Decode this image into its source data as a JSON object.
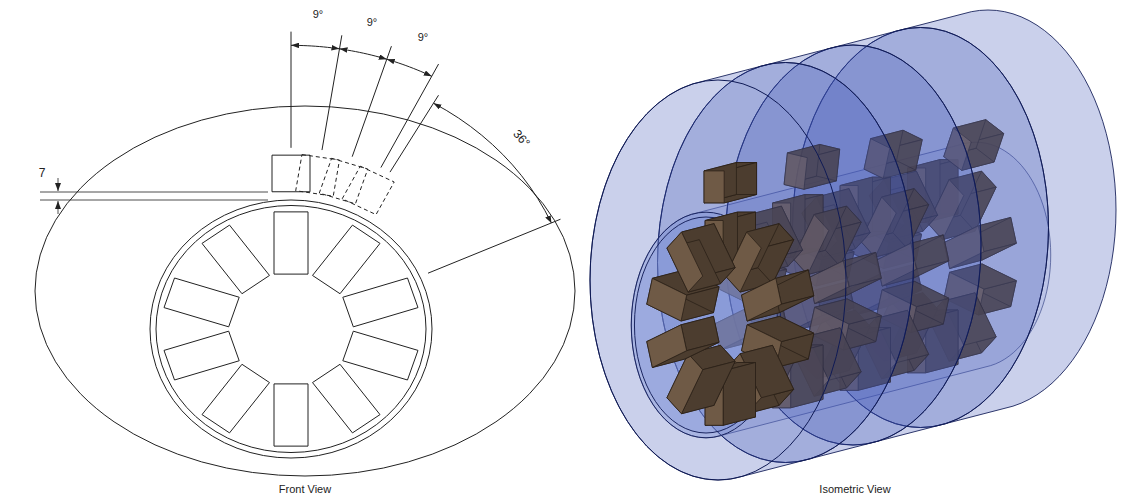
{
  "diagram": {
    "labels": [
      "9°",
      "9°",
      "9°",
      "7",
      "36°",
      "Front View",
      "Isometric View"
    ]
  }
}
